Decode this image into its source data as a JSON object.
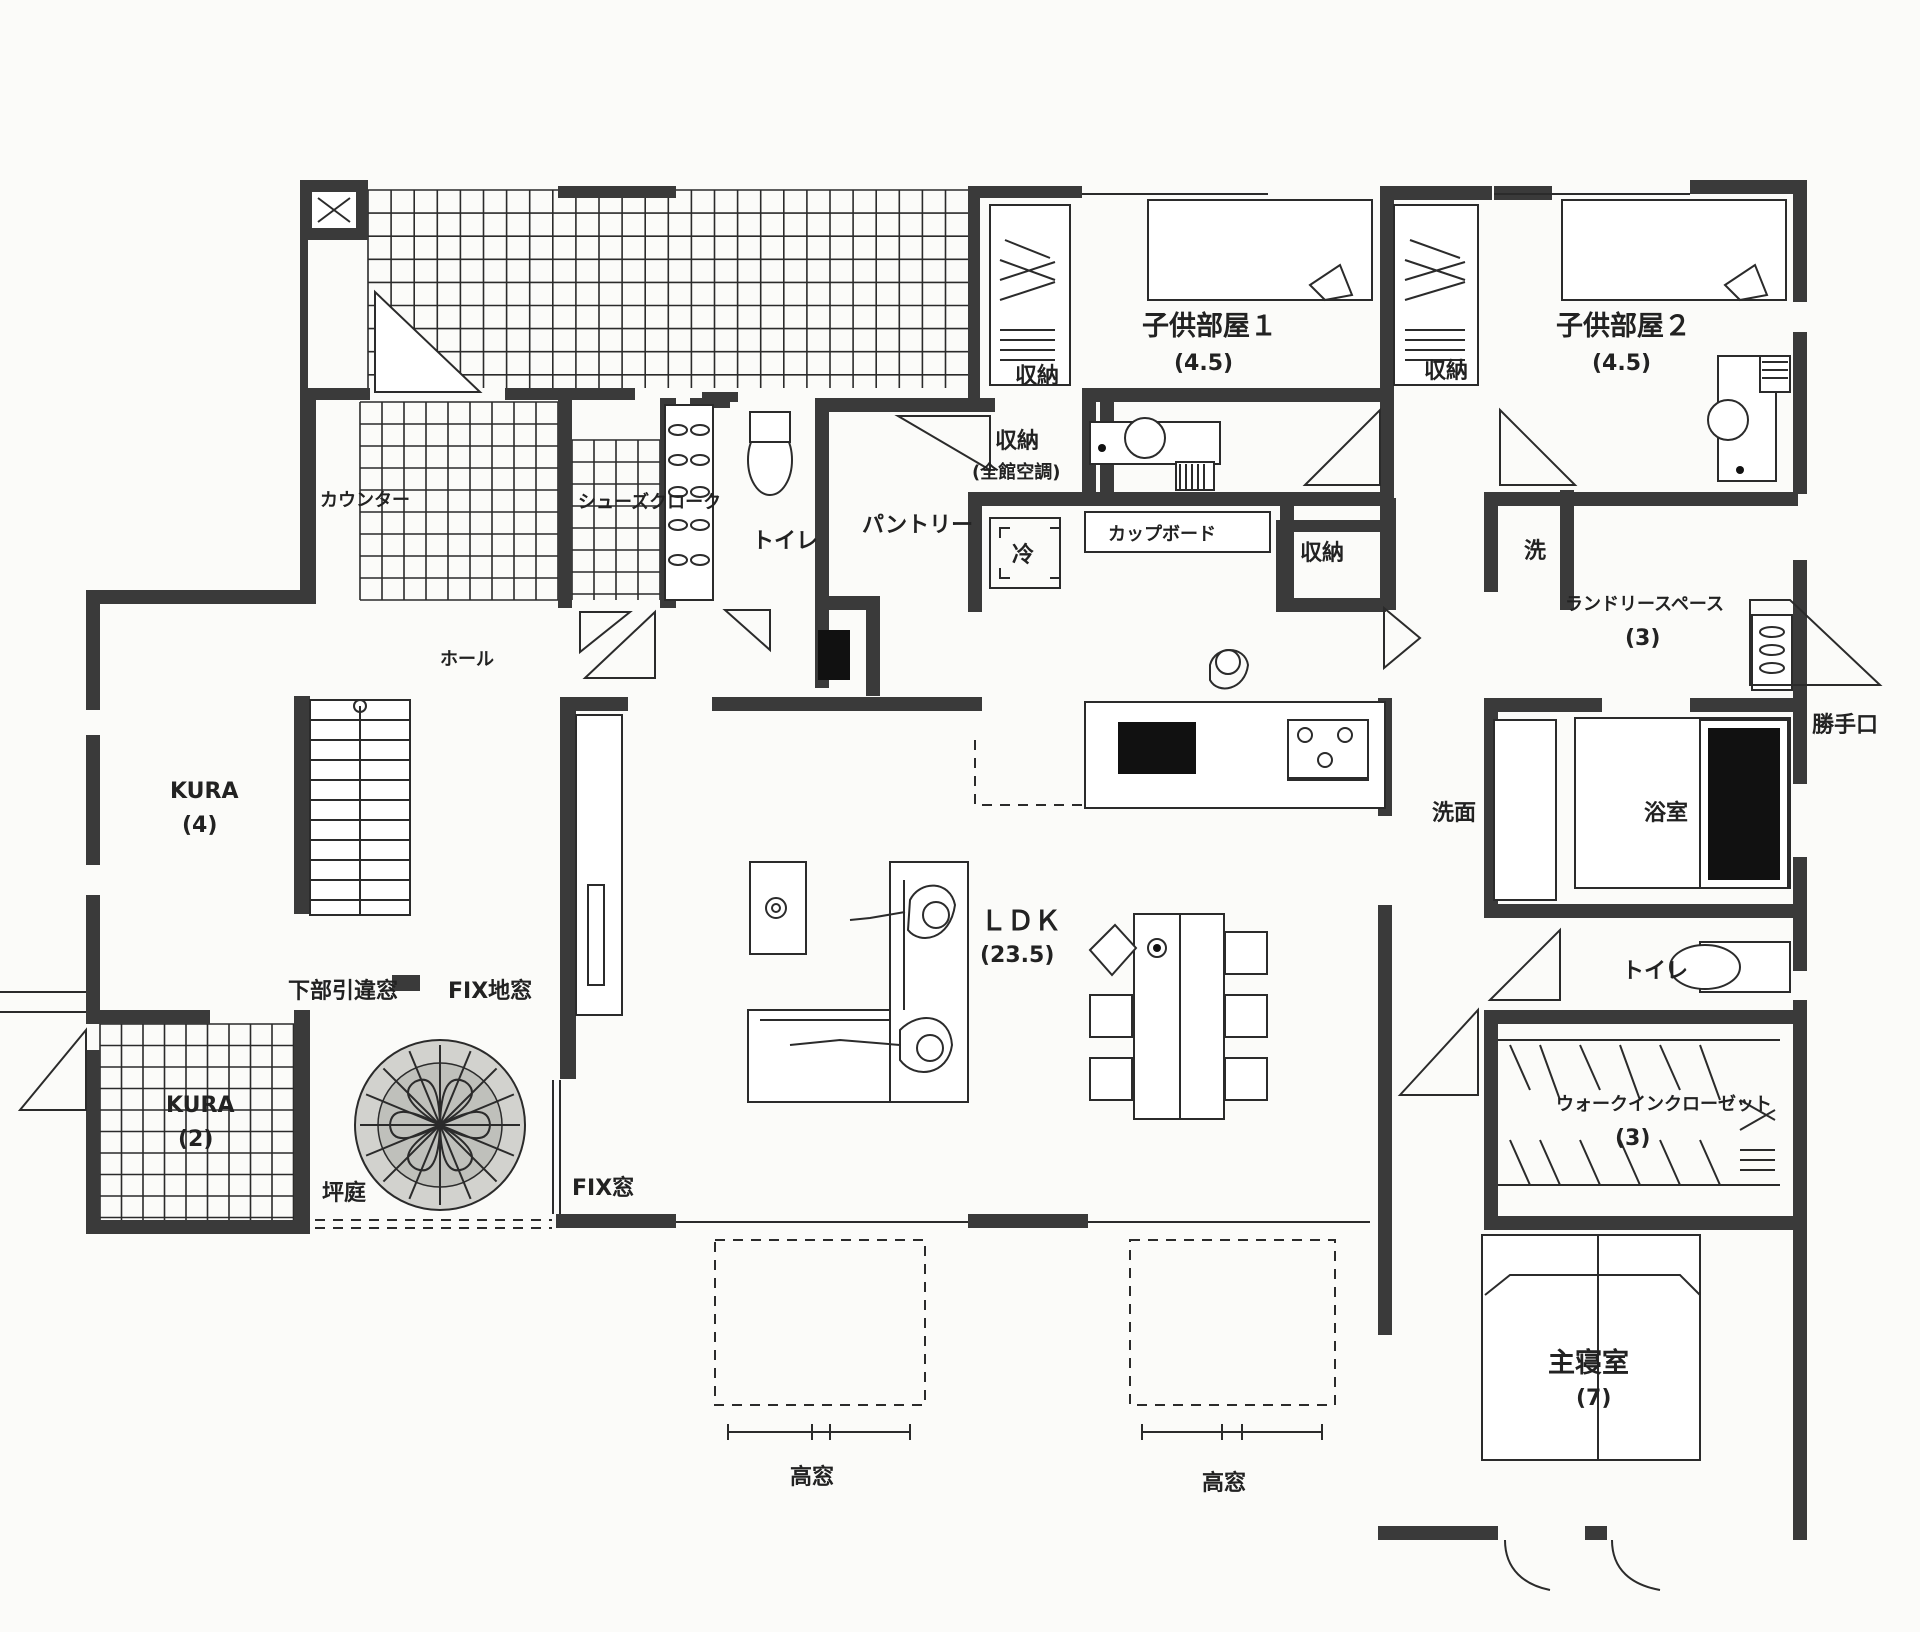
{
  "rooms": {
    "kodomo1": {
      "name": "子供部屋１",
      "size": "(4.5)"
    },
    "kodomo2": {
      "name": "子供部屋２",
      "size": "(4.5)"
    },
    "shuno_a": "収納",
    "shuno_b": "収納",
    "shuno_c": "収納",
    "shuno_d": "収納",
    "zenkan": "(全館空調)",
    "counter": "カウンター",
    "shoes_cloak": "シューズクローク",
    "toilet_1": "トイレ",
    "pantry": "パントリー",
    "cupboard": "カップボード",
    "rei": "冷",
    "sen": "洗",
    "laundry": {
      "name": "ランドリースペース",
      "size": "(3)"
    },
    "hall": "ホール",
    "kura4": {
      "name": "KURA",
      "size": "(4)"
    },
    "kura2": {
      "name": "KURA",
      "size": "(2)"
    },
    "katteguchi": "勝手口",
    "senmen": "洗面",
    "yokushitsu": "浴室",
    "ldk": {
      "name": "ＬＤＫ",
      "size": "(23.5)"
    },
    "toilet_2": "トイレ",
    "wic": {
      "name": "ウォークインクローゼット",
      "size": "(3)"
    },
    "shushin": {
      "name": "主寝室",
      "size": "(7)"
    },
    "kabu_hikichigai": "下部引違窓",
    "fix_jimado": "FIX地窓",
    "tsubo_niwa": "坪庭",
    "fix_mado": "FIX窓",
    "takamado_1": "高窓",
    "takamado_2": "高窓"
  }
}
